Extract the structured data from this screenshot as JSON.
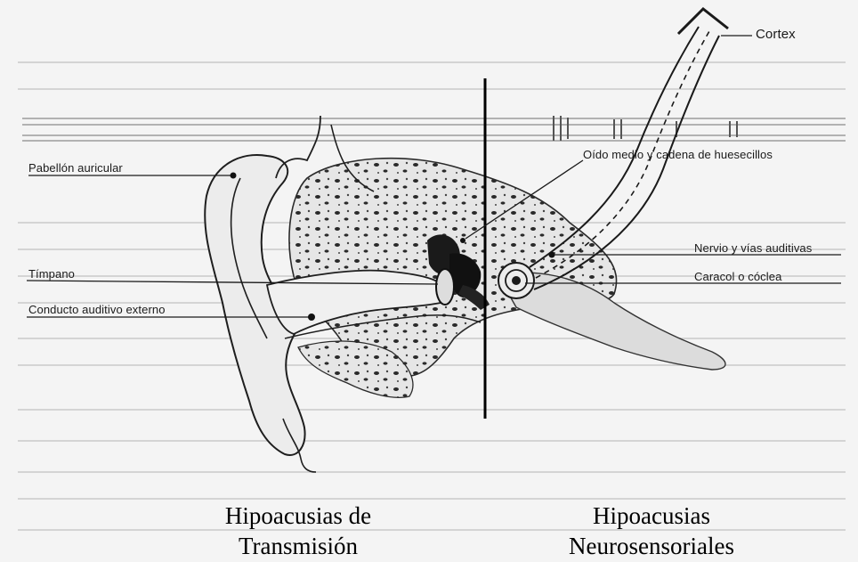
{
  "diagram": {
    "labels": {
      "cortex": "Cortex",
      "pabellon": "Pabellón auricular",
      "oido_medio": "Oído medio y cadena de huesecillos",
      "nervio": "Nervio y vías auditivas",
      "timpano": "Tímpano",
      "caracol": "Caracol o cóclea",
      "conducto": "Conducto auditivo externo"
    },
    "captions": {
      "left_line1": "Hipoacusias de",
      "left_line2": "Transmisión",
      "right_line1": "Hipoacusias",
      "right_line2": "Neurosensoriales"
    }
  }
}
